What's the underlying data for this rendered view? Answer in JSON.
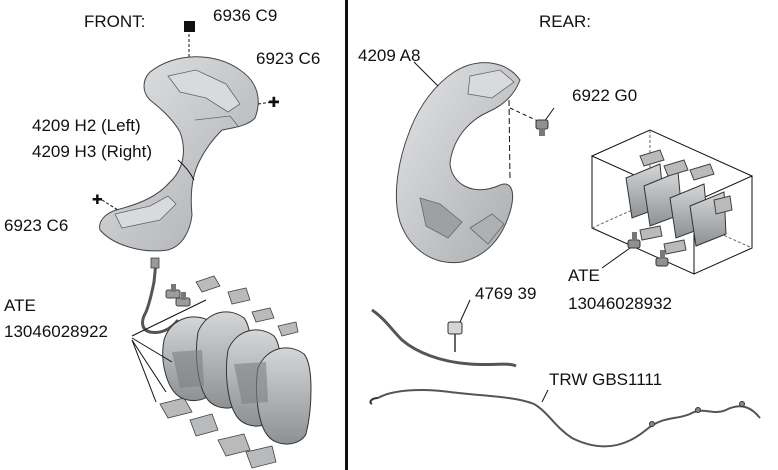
{
  "front": {
    "heading": "FRONT:",
    "callouts": {
      "sensor_clip": "6936 C9",
      "screw_top": "6923 C6",
      "shield_left": "4209 H2 (Left)",
      "shield_right": "4209 H3 (Right)",
      "screw_bottom": "6923 C6",
      "pads_brand": "ATE",
      "pads_number": "13046028922"
    }
  },
  "rear": {
    "heading": "REAR:",
    "callouts": {
      "shield": "4209 A8",
      "bolt": "6922 G0",
      "pads_brand": "ATE",
      "pads_number": "13046028932",
      "clip": "4769 39",
      "cable": "TRW GBS1111"
    }
  },
  "colors": {
    "line": "#111111",
    "part_fill": "#c9cbcd",
    "part_dark": "#8e9194",
    "part_light": "#e3e4e6"
  }
}
